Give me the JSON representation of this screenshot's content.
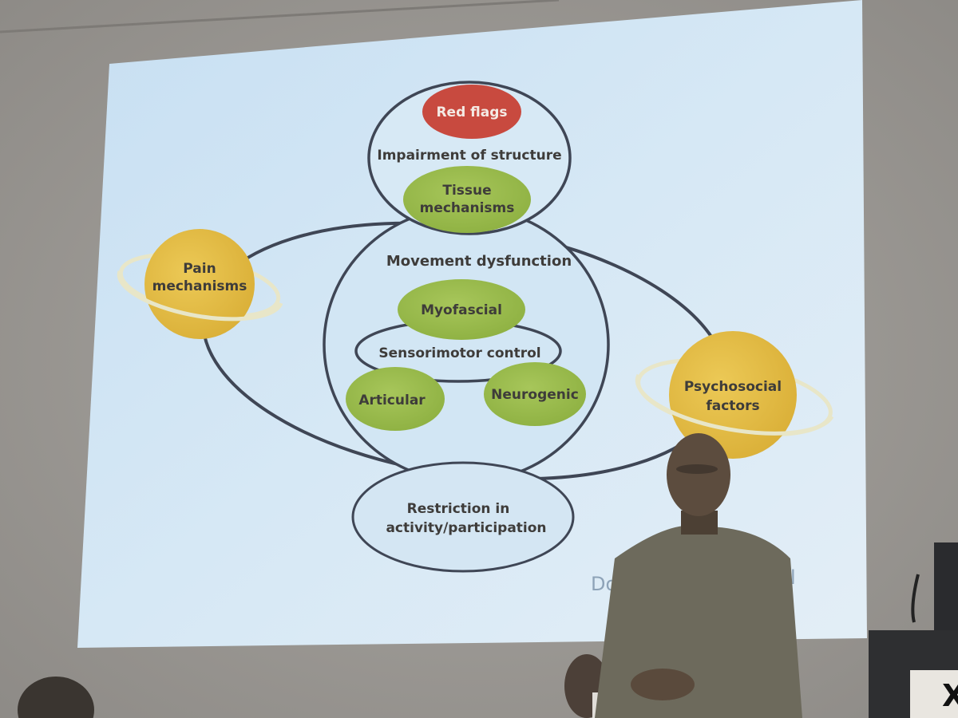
{
  "slide": {
    "red_flags": "Red flags",
    "impairment_of_structure": "Impairment of structure",
    "tissue_mechanisms_line1": "Tissue",
    "tissue_mechanisms_line2": "mechanisms",
    "movement_dysfunction": "Movement dysfunction",
    "myofascial": "Myofascial",
    "sensorimotor_control": "Sensorimotor control",
    "articular": "Articular",
    "neurogenic": "Neurogenic",
    "pain_mechanisms_line1": "Pain",
    "pain_mechanisms_line2": "mechanisms",
    "psychosocial_line1": "Psychosocial",
    "psychosocial_line2": "factors",
    "restriction_line1": "Restriction in",
    "restriction_line2": "activity/participation",
    "citation_left": "Do",
    "citation_right": "l"
  },
  "colors": {
    "slide_background": "#cfe3f3",
    "green_node": "#9cbf4f",
    "yellow_planet": "#e6c04a",
    "red_node": "#c84a3f",
    "outline": "#3f4655"
  }
}
